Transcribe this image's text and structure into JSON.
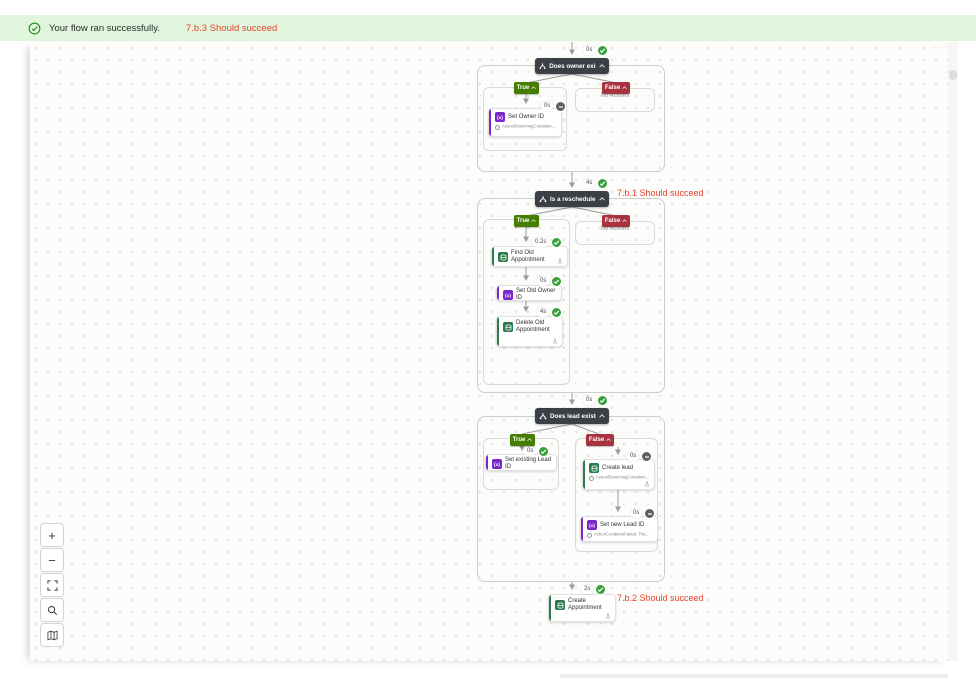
{
  "banner": {
    "message": "Your flow ran successfully.",
    "annotation": "7.b.3 Should succeed"
  },
  "colors": {
    "banner_bg": "#dff6dd",
    "banner_check_green": "#107c10",
    "annotation_red": "#e8432f",
    "success_green": "#36a03b",
    "skipped_gray": "#5f5f5f",
    "true_chip_green": "#447d00",
    "false_chip_red": "#a8323e",
    "condition_header_dark": "#3a4046",
    "variables_purple": "#7a26c9",
    "dataverse_green": "#2a7d4b"
  },
  "canvas_toolbar": {
    "zoom_in": "+",
    "zoom_out": "−"
  },
  "flow": {
    "conditions": [
      {
        "title": "Does owner exist",
        "duration": "0s",
        "status": "succeeded",
        "true_label": "True",
        "false_label": "False",
        "no_actions": "No Actions",
        "actions_true": [
          {
            "title": "Set Owner ID",
            "duration": "0s",
            "status": "skipped",
            "subtitle": "ActionBranchingCondition...",
            "connector": "variables"
          }
        ]
      },
      {
        "title": "Is a reschedule",
        "duration": "4s",
        "status": "succeeded",
        "annotation": "7.b.1 Should succeed",
        "true_label": "True",
        "false_label": "False",
        "no_actions": "No Actions",
        "actions_true": [
          {
            "title": "Find Old Appointment",
            "duration": "0.2s",
            "status": "succeeded",
            "connector": "dataverse"
          },
          {
            "title": "Set Old Owner ID",
            "duration": "0s",
            "status": "succeeded",
            "connector": "variables"
          },
          {
            "title": "Delete Old Appointment",
            "duration": "4s",
            "status": "succeeded",
            "connector": "dataverse"
          }
        ]
      },
      {
        "title": "Does lead exist",
        "duration": "0s",
        "status": "succeeded",
        "true_label": "True",
        "false_label": "False",
        "actions_true": [
          {
            "title": "Set existing Lead ID",
            "duration": "0s",
            "status": "succeeded",
            "connector": "variables"
          }
        ],
        "actions_false": [
          {
            "title": "Create lead",
            "duration": "0s",
            "status": "skipped",
            "subtitle": "ActionBranchingCondition...",
            "connector": "dataverse"
          },
          {
            "title": "Set new Lead ID",
            "duration": "0s",
            "status": "skipped",
            "subtitle": "ActionConditionFailed. The...",
            "connector": "variables"
          }
        ]
      }
    ],
    "final_action": {
      "title": "Create Appointment",
      "duration": "2s",
      "status": "succeeded",
      "annotation": "7.b.2 Should succeed",
      "connector": "dataverse"
    }
  }
}
